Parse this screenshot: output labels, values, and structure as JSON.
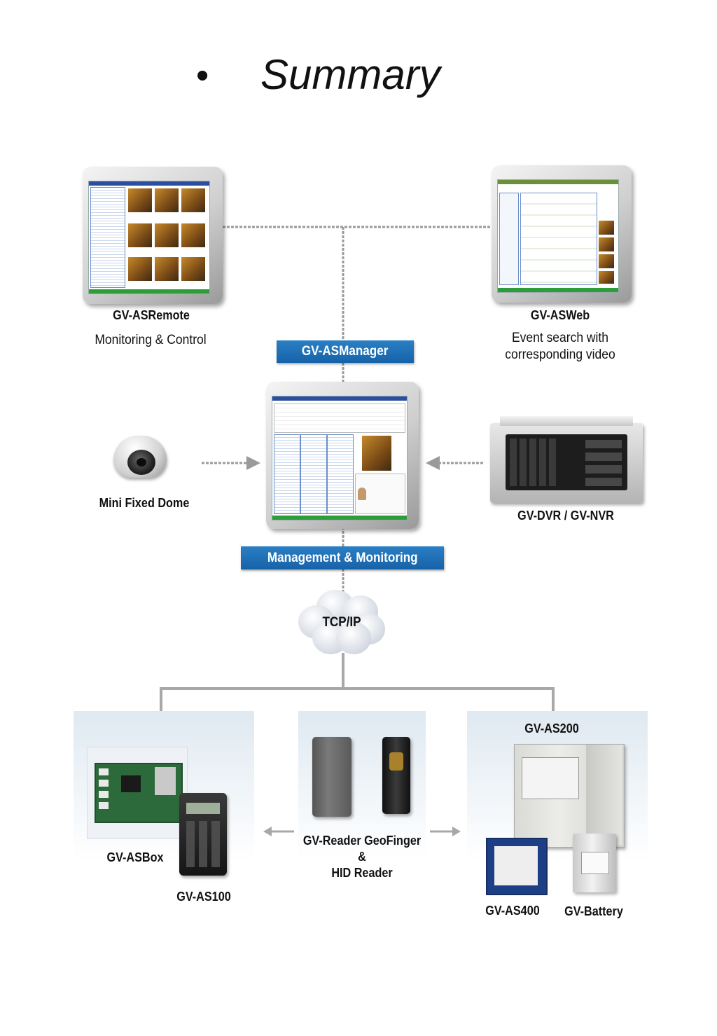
{
  "title": {
    "bullet": "•",
    "text": "Summary"
  },
  "nodes": {
    "asremote": {
      "name": "GV-ASRemote",
      "desc": "Monitoring & Control"
    },
    "asweb": {
      "name": "GV-ASWeb",
      "desc_line1": "Event search with",
      "desc_line2": "corresponding video"
    },
    "asmanager": {
      "banner": "GV-ASManager"
    },
    "management": {
      "banner": "Management & Monitoring"
    },
    "dome": {
      "name": "Mini Fixed Dome"
    },
    "dvr": {
      "name": "GV-DVR / GV-NVR"
    },
    "network": {
      "name": "TCP/IP"
    },
    "asbox": {
      "name": "GV-ASBox"
    },
    "as100": {
      "name": "GV-AS100"
    },
    "readers": {
      "line1": "GV-Reader  GeoFinger",
      "line2": "&",
      "line3": "HID Reader"
    },
    "as200": {
      "name": "GV-AS200"
    },
    "as400": {
      "name": "GV-AS400"
    },
    "battery": {
      "name": "GV-Battery"
    }
  },
  "colors": {
    "banner": "#1a68ad",
    "connector": "#9a9a9a",
    "panel_top": "#dfe9f1"
  }
}
